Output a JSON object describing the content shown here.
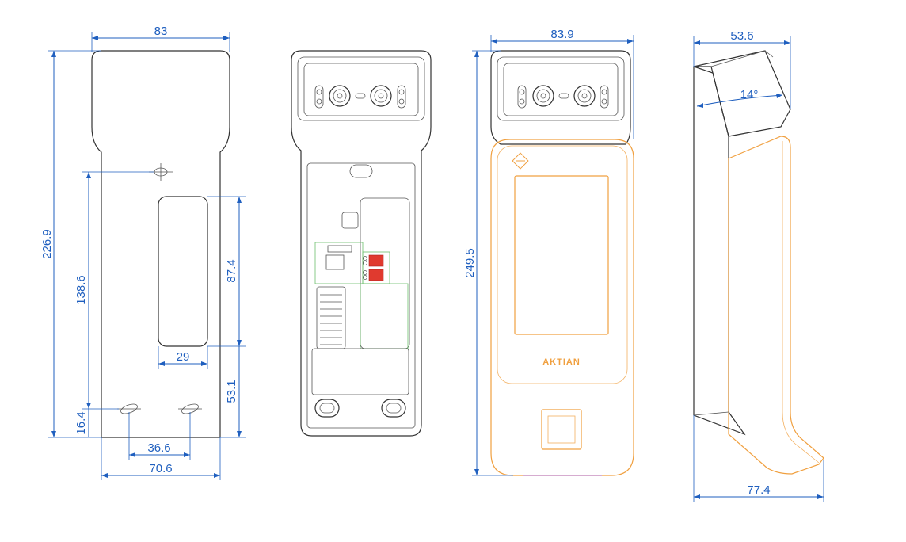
{
  "dimensions": {
    "back_width": "83",
    "back_height": "226.9",
    "back_hole_offset": "138.6",
    "back_cutout_height": "87.4",
    "back_cutout_width": "29",
    "back_cutout_bottom": "53.1",
    "back_bottom_hole": "16.4",
    "back_hole_spacing": "36.6",
    "back_base_width": "70.6",
    "front_width": "83.9",
    "front_height": "249.5",
    "side_top_width": "53.6",
    "side_angle": "14°",
    "side_base_width": "77.4"
  },
  "brand": {
    "label": "AKTIAN"
  },
  "colors": {
    "dimension": "#1f5fbf",
    "outline": "#333333",
    "screen_frame": "#f0a040",
    "pcb": "#6bbf6b",
    "terminal": "#e03a2f"
  }
}
